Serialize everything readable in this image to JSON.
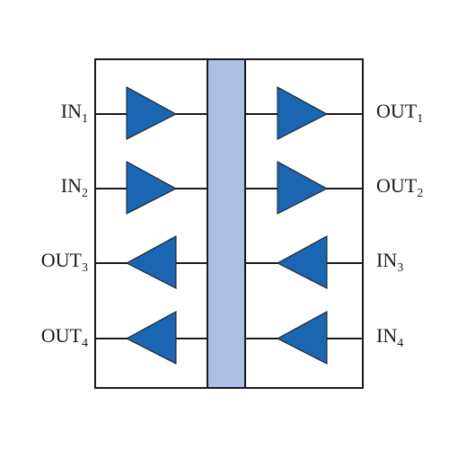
{
  "colors": {
    "buffer_fill": "#1a66b2",
    "center_bar_fill": "#aebfe6",
    "line": "#1a1a1a",
    "background": "#ffffff"
  },
  "channels": [
    {
      "left": {
        "base": "IN",
        "sub": "1"
      },
      "right": {
        "base": "OUT",
        "sub": "1"
      },
      "direction": "right"
    },
    {
      "left": {
        "base": "IN",
        "sub": "2"
      },
      "right": {
        "base": "OUT",
        "sub": "2"
      },
      "direction": "right"
    },
    {
      "left": {
        "base": "OUT",
        "sub": "3"
      },
      "right": {
        "base": "IN",
        "sub": "3"
      },
      "direction": "left"
    },
    {
      "left": {
        "base": "OUT",
        "sub": "4"
      },
      "right": {
        "base": "IN",
        "sub": "4"
      },
      "direction": "left"
    }
  ]
}
